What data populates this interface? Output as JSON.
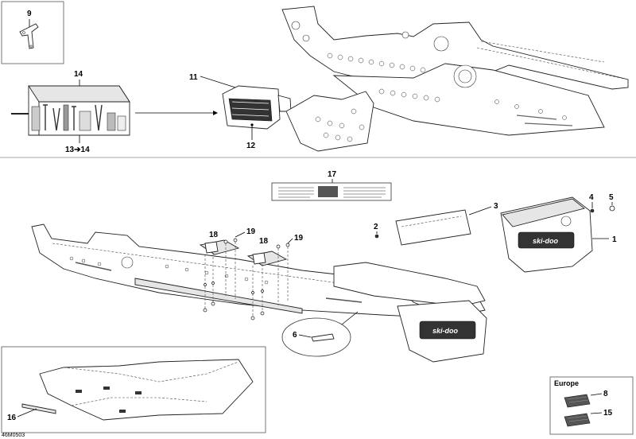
{
  "diagram_code": "46M0503",
  "region_label": "Europe",
  "callouts": {
    "c1": "1",
    "c2": "2",
    "c3": "3",
    "c4": "4",
    "c5": "5",
    "c6": "6",
    "c8": "8",
    "c9": "9",
    "c11": "11",
    "c12": "12",
    "c13_14": "13➔14",
    "c14": "14",
    "c15": "15",
    "c16": "16",
    "c17": "17",
    "c18a": "18",
    "c18b": "18",
    "c19a": "19",
    "c19b": "19"
  },
  "decal_brand": "ski-doo"
}
